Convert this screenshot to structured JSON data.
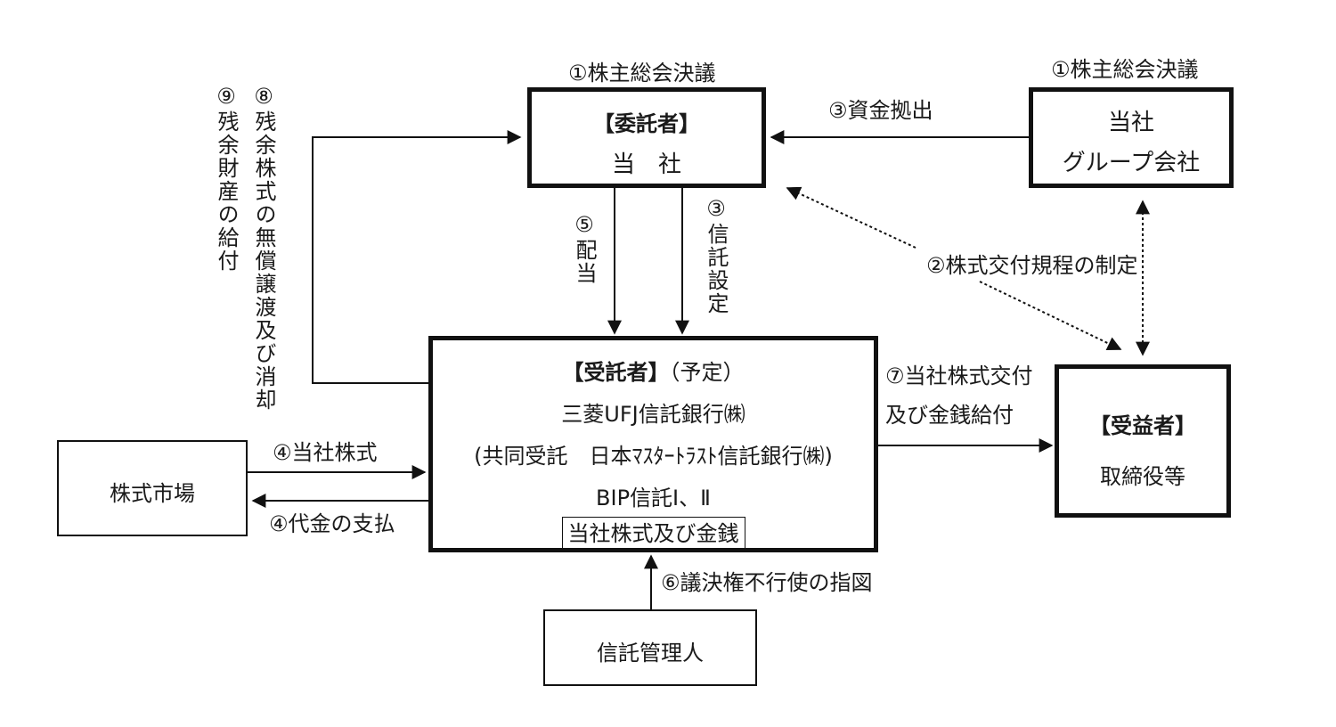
{
  "boxes": {
    "trustor": {
      "title": "【委託者】",
      "line1": "当　社"
    },
    "group": {
      "line1": "当社",
      "line2": "グループ会社"
    },
    "trustee": {
      "title": "【受託者】",
      "title_suffix": "（予定）",
      "line1": "三菱UFJ信託銀行㈱",
      "line2": "(共同受託　日本ﾏｽﾀｰﾄﾗｽﾄ信託銀行㈱)",
      "line3": "BIP信託Ⅰ、Ⅱ",
      "inner": "当社株式及び金銭"
    },
    "beneficiary": {
      "title": "【受益者】",
      "line1": "取締役等"
    },
    "market": {
      "line1": "株式市場"
    },
    "administrator": {
      "line1": "信託管理人"
    }
  },
  "labels": {
    "step1_trustor": "①株主総会決議",
    "step1_group": "①株主総会決議",
    "step3_funding": "③資金拠出",
    "step2_rules": "②株式交付規程の制定",
    "step5_dividend": "⑤配当",
    "step3_trust": "③信託設定",
    "step8": "⑧残余株式の無償譲渡及び消却",
    "step9": "⑨残余財産の給付",
    "step7_line1": "⑦当社株式交付",
    "step7_line2": "及び金銭給付",
    "step4_shares": "④当社株式",
    "step4_payment": "④代金の支払",
    "step6": "⑥議決権不行使の指図"
  }
}
